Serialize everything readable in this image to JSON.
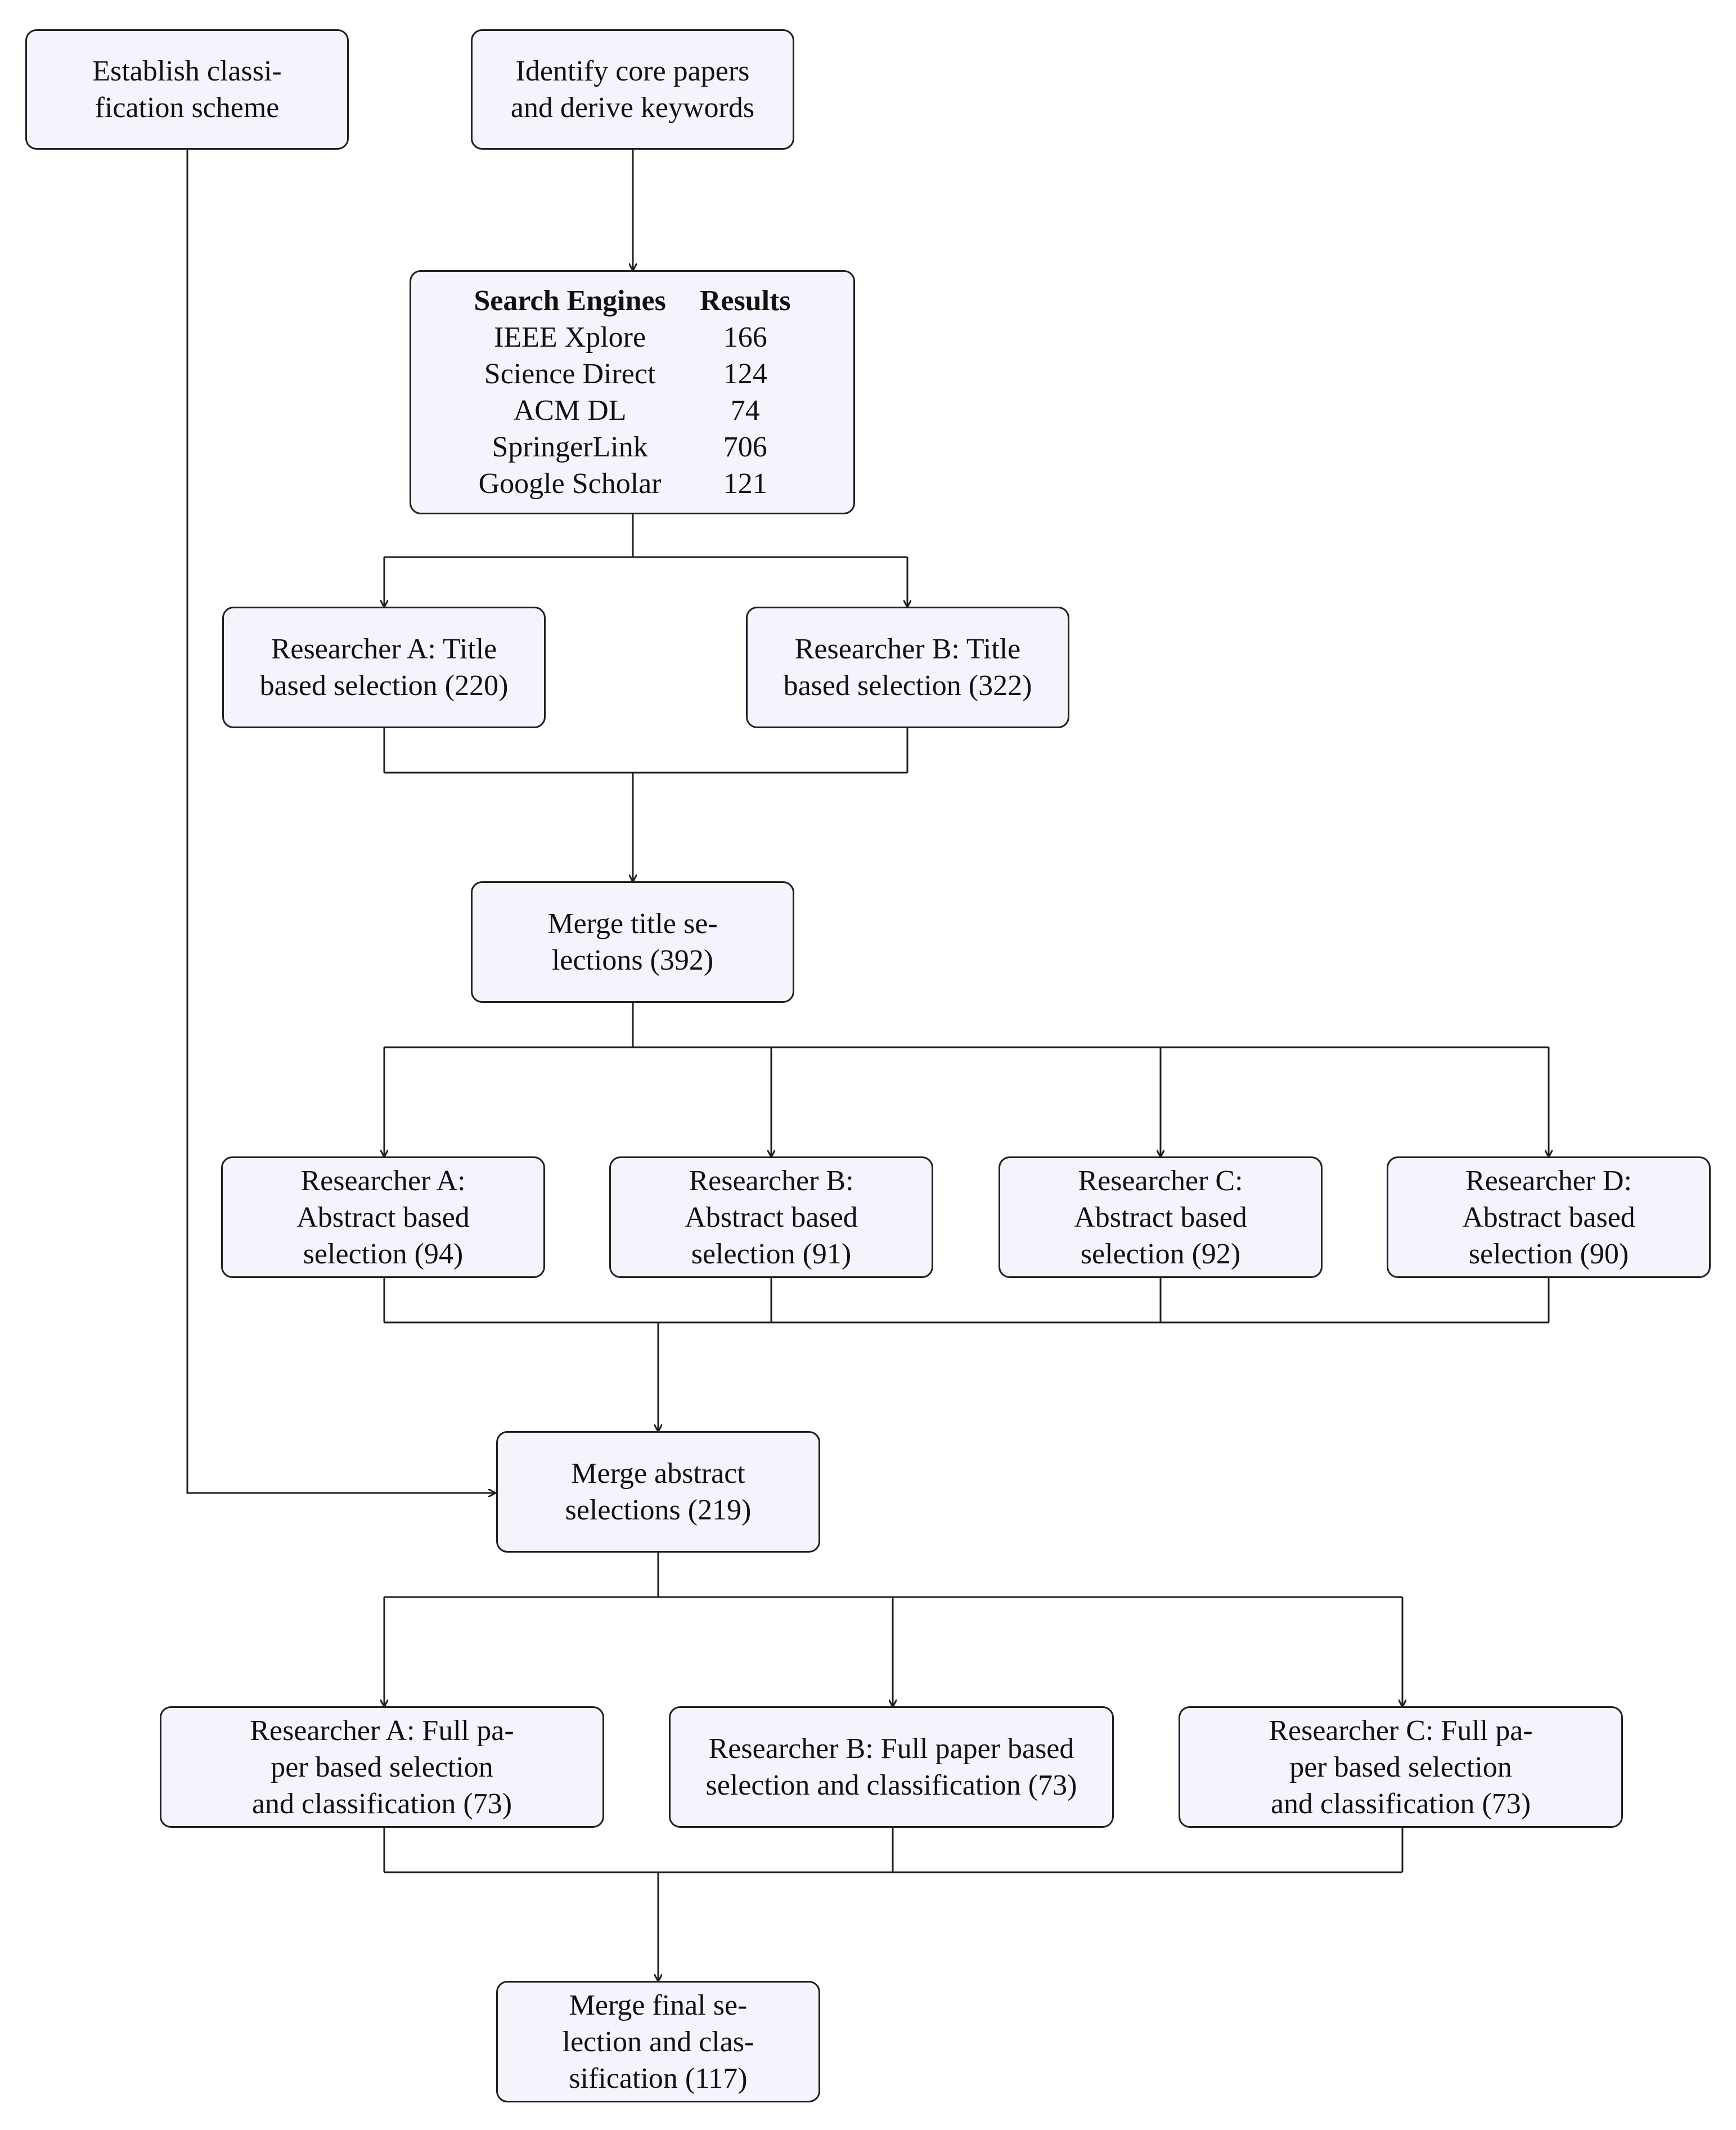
{
  "diagram": {
    "nodes": {
      "classification_scheme": [
        "Establish classi-",
        "fication scheme"
      ],
      "core_papers": [
        "Identify core papers",
        "and derive keywords"
      ],
      "search_engines": {
        "headers": [
          "Search Engines",
          "Results"
        ],
        "rows": [
          [
            "IEEE Xplore",
            "166"
          ],
          [
            "Science Direct",
            "124"
          ],
          [
            "ACM DL",
            "74"
          ],
          [
            "SpringerLink",
            "706"
          ],
          [
            "Google Scholar",
            "121"
          ]
        ]
      },
      "title_a": [
        "Researcher A: Title",
        "based selection (220)"
      ],
      "title_b": [
        "Researcher B: Title",
        "based selection (322)"
      ],
      "merge_title": [
        "Merge title se-",
        "lections (392)"
      ],
      "abstract_a": [
        "Researcher A:",
        "Abstract based",
        "selection (94)"
      ],
      "abstract_b": [
        "Researcher B:",
        "Abstract based",
        "selection (91)"
      ],
      "abstract_c": [
        "Researcher C:",
        "Abstract based",
        "selection (92)"
      ],
      "abstract_d": [
        "Researcher D:",
        "Abstract based",
        "selection (90)"
      ],
      "merge_abstract": [
        "Merge abstract",
        "selections (219)"
      ],
      "full_a": [
        "Researcher A: Full pa-",
        "per based selection",
        "and classification (73)"
      ],
      "full_b": [
        "Researcher B: Full paper based",
        "selection and classification (73)"
      ],
      "full_c": [
        "Researcher C: Full pa-",
        "per based selection",
        "and classification (73)"
      ],
      "merge_final": [
        "Merge final se-",
        "lection and clas-",
        "sification (117)"
      ]
    },
    "colors": {
      "box_fill": "#f4f4fd",
      "box_border": "#1f1f1f",
      "edge": "#1f1f1f",
      "text": "#111111"
    }
  }
}
